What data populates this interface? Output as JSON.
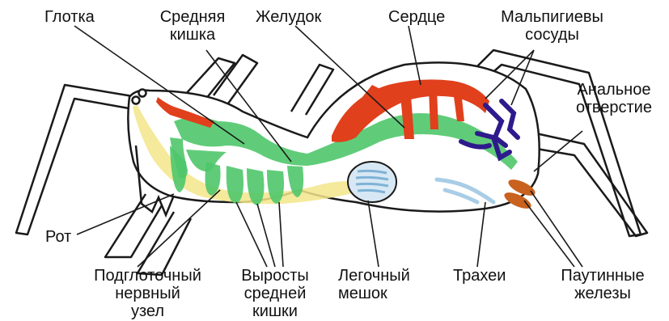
{
  "labels": {
    "pharynx": [
      "Глотка"
    ],
    "midgut": [
      "Средняя",
      "кишка"
    ],
    "stomach": [
      "Желудок"
    ],
    "heart": [
      "Сердце"
    ],
    "malpighian": [
      "Мальпигиевы",
      "сосуды"
    ],
    "anus": [
      "Анальное",
      "отверстие"
    ],
    "mouth": [
      "Рот"
    ],
    "ganglion": [
      "Подглоточный",
      "нервный",
      "узел"
    ],
    "diverticula": [
      "Выросты",
      "средней",
      "кишки"
    ],
    "book_lung": [
      "Легочный",
      "мешок"
    ],
    "tracheae": [
      "Трахеи"
    ],
    "silk_glands": [
      "Паутинные",
      "железы"
    ]
  },
  "colors": {
    "outline": "#1a1a1a",
    "heart": "#e0401c",
    "gut": "#4fc76a",
    "nerve": "#f3e58a",
    "malpighian": "#2e1a8c",
    "lung": "#a9cde6",
    "silk": "#c8621e"
  }
}
